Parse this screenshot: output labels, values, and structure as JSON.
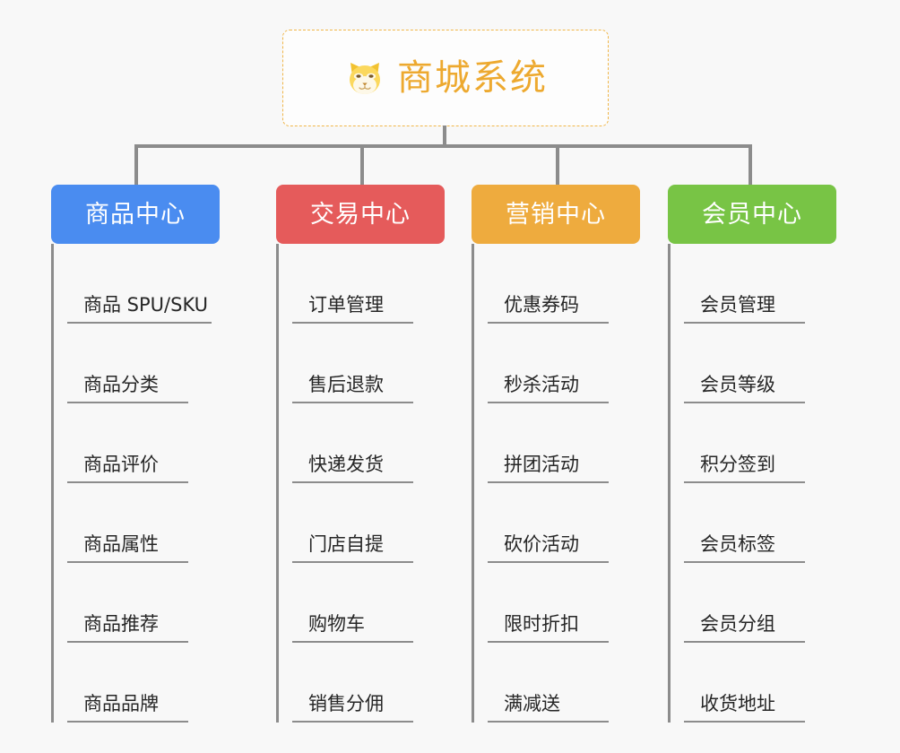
{
  "root": {
    "icon": "shiba-dog-face-emoji",
    "title": "商城系统",
    "border_color": "#f0b648",
    "text_color": "#eda92f"
  },
  "connector_color": "#8c8c8c",
  "canvas_background": "#f8f8f8",
  "columns": [
    {
      "id": "product-center",
      "label": "商品中心",
      "color": "#4a8cf0",
      "items": [
        "商品 SPU/SKU",
        "商品分类",
        "商品评价",
        "商品属性",
        "商品推荐",
        "商品品牌"
      ]
    },
    {
      "id": "trade-center",
      "label": "交易中心",
      "color": "#e55b5b",
      "items": [
        "订单管理",
        "售后退款",
        "快递发货",
        "门店自提",
        "购物车",
        "销售分佣"
      ]
    },
    {
      "id": "marketing-center",
      "label": "营销中心",
      "color": "#eeab3e",
      "items": [
        "优惠券码",
        "秒杀活动",
        "拼团活动",
        "砍价活动",
        "限时折扣",
        "满减送"
      ]
    },
    {
      "id": "member-center",
      "label": "会员中心",
      "color": "#78c445",
      "items": [
        "会员管理",
        "会员等级",
        "积分签到",
        "会员标签",
        "会员分组",
        "收货地址"
      ]
    }
  ]
}
